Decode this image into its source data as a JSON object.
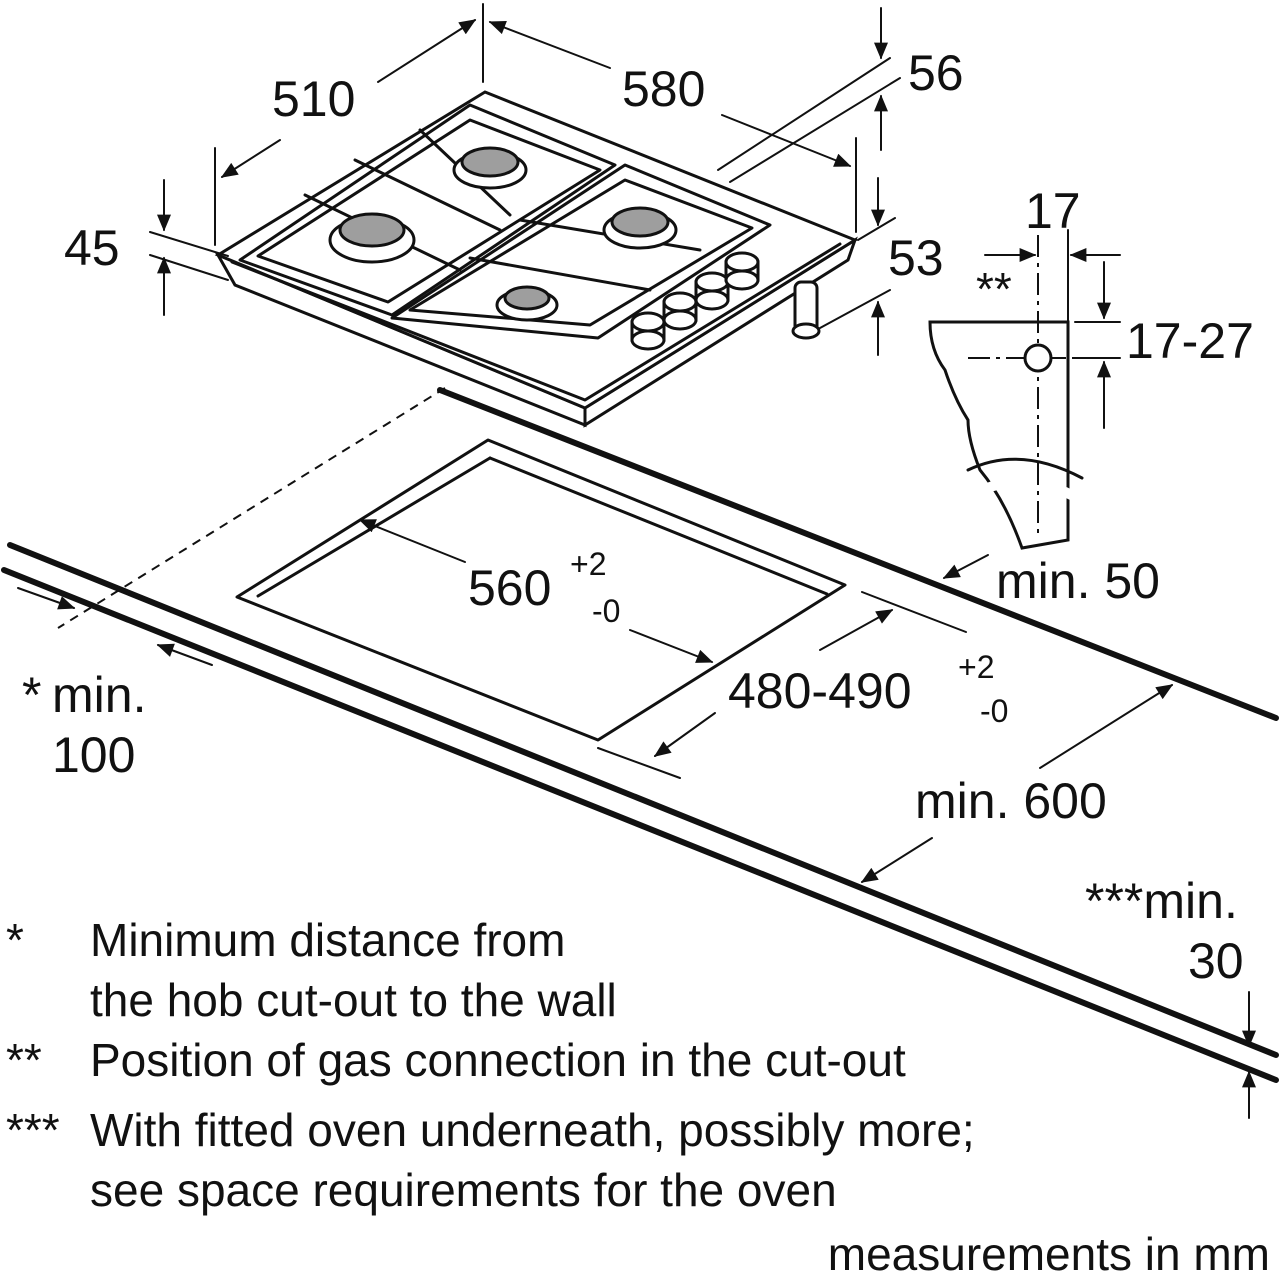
{
  "dimensions": {
    "depth": "510",
    "width": "580",
    "height_front": "45",
    "height_rear_top": "56",
    "height_rear_bottom": "53",
    "gas_offset": "17",
    "gas_height": "17-27",
    "gas_marker": "**",
    "cutout_width": "560",
    "cutout_width_tol_plus": "+2",
    "cutout_width_tol_minus": "-0",
    "cutout_depth": "480-490",
    "cutout_depth_tol_plus": "+2",
    "cutout_depth_tol_minus": "-0",
    "min_rear": "min. 50",
    "min_wall_marker": "*",
    "min_wall_line1": "min.",
    "min_wall_line2": "100",
    "min_front": "min. 600",
    "min_below_line1": "***min.",
    "min_below_line2": "30"
  },
  "legend": [
    {
      "marker": "*",
      "lines": [
        "Minimum distance from",
        "the hob cut-out to the wall"
      ]
    },
    {
      "marker": "**",
      "lines": [
        "Position of gas connection in the cut-out"
      ]
    },
    {
      "marker": "***",
      "lines": [
        "With fitted oven underneath, possibly more;",
        "see space requirements for the oven"
      ]
    }
  ],
  "units_note": "measurements in mm"
}
